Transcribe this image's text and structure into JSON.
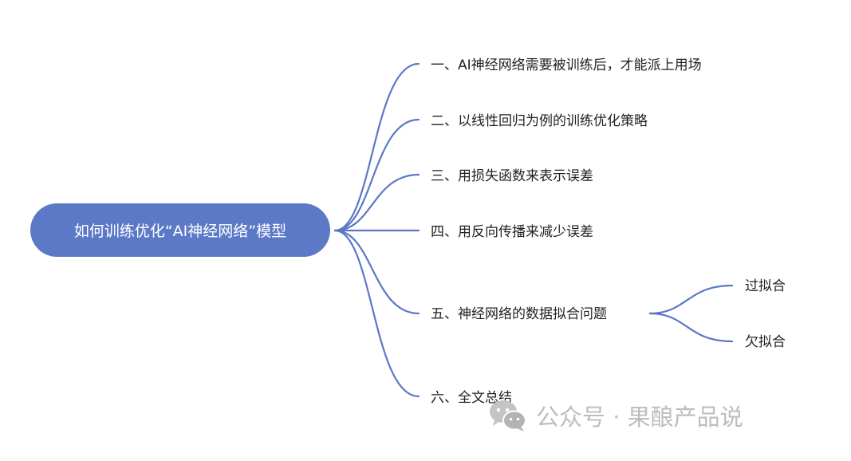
{
  "mindmap": {
    "root": {
      "label": "如何训练优化“AI神经网络”模型"
    },
    "branches": [
      {
        "label": "一、AI神经网络需要被训练后，才能派上用场"
      },
      {
        "label": "二、以线性回归为例的训练优化策略"
      },
      {
        "label": "三、用损失函数来表示误差"
      },
      {
        "label": "四、用反向传播来减少误差"
      },
      {
        "label": "五、神经网络的数据拟合问题",
        "children": [
          {
            "label": "过拟合"
          },
          {
            "label": "欠拟合"
          }
        ]
      },
      {
        "label": "六、全文总结"
      }
    ],
    "line_color": "#5b78c7",
    "root_fill": "#5c79c8"
  },
  "watermark": {
    "icon": "wechat-icon",
    "text": "公众号 · 果酿产品说"
  }
}
